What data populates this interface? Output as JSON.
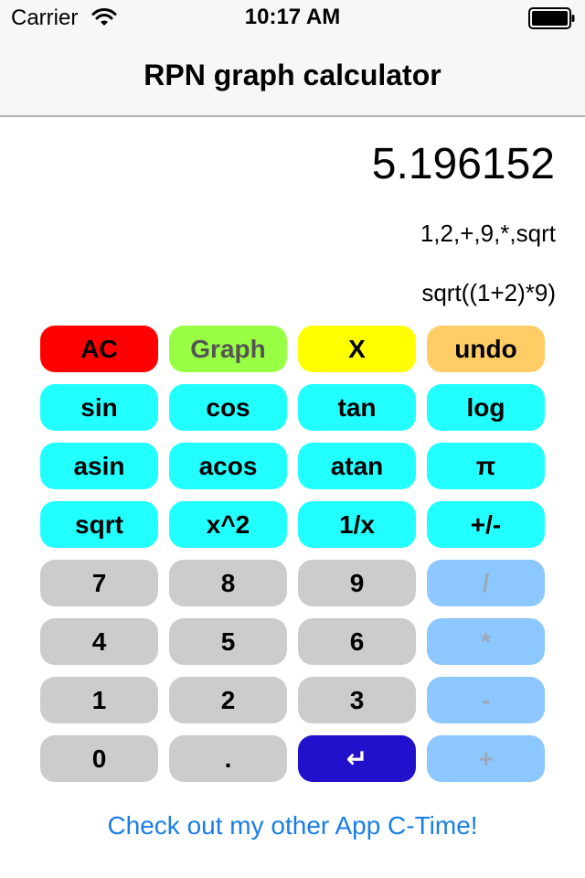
{
  "status_bar": {
    "carrier": "Carrier",
    "time": "10:17 AM"
  },
  "nav": {
    "title": "RPN graph calculator"
  },
  "display": {
    "result": "5.196152",
    "rpn": "1,2,+,9,*,sqrt",
    "infix": "sqrt((1+2)*9)"
  },
  "keys": [
    {
      "label": "AC",
      "enabled": true
    },
    {
      "label": "Graph",
      "enabled": true
    },
    {
      "label": "X",
      "enabled": true
    },
    {
      "label": "undo",
      "enabled": true
    },
    {
      "label": "sin",
      "enabled": true
    },
    {
      "label": "cos",
      "enabled": true
    },
    {
      "label": "tan",
      "enabled": true
    },
    {
      "label": "log",
      "enabled": true
    },
    {
      "label": "asin",
      "enabled": true
    },
    {
      "label": "acos",
      "enabled": true
    },
    {
      "label": "atan",
      "enabled": true
    },
    {
      "label": "π",
      "enabled": true
    },
    {
      "label": "sqrt",
      "enabled": true
    },
    {
      "label": "x^2",
      "enabled": true
    },
    {
      "label": "1/x",
      "enabled": true
    },
    {
      "label": "+/-",
      "enabled": true
    },
    {
      "label": "7",
      "enabled": true
    },
    {
      "label": "8",
      "enabled": true
    },
    {
      "label": "9",
      "enabled": true
    },
    {
      "label": "/",
      "enabled": false
    },
    {
      "label": "4",
      "enabled": true
    },
    {
      "label": "5",
      "enabled": true
    },
    {
      "label": "6",
      "enabled": true
    },
    {
      "label": "*",
      "enabled": false
    },
    {
      "label": "1",
      "enabled": true
    },
    {
      "label": "2",
      "enabled": true
    },
    {
      "label": "3",
      "enabled": true
    },
    {
      "label": "-",
      "enabled": false
    },
    {
      "label": "0",
      "enabled": true
    },
    {
      "label": ".",
      "enabled": true
    },
    {
      "label": "↵",
      "enabled": true
    },
    {
      "label": "+",
      "enabled": false
    }
  ],
  "footer": {
    "link": "Check out my other App C-Time!"
  },
  "colors": {
    "ac": "#ff0000",
    "graph": "#99ff44",
    "variable": "#ffff00",
    "undo": "#ffcc66",
    "function": "#22ffff",
    "digit": "#cccccc",
    "enter": "#2211cc",
    "operator_disabled": "#8cc8ff",
    "link": "#1a7ee6"
  }
}
